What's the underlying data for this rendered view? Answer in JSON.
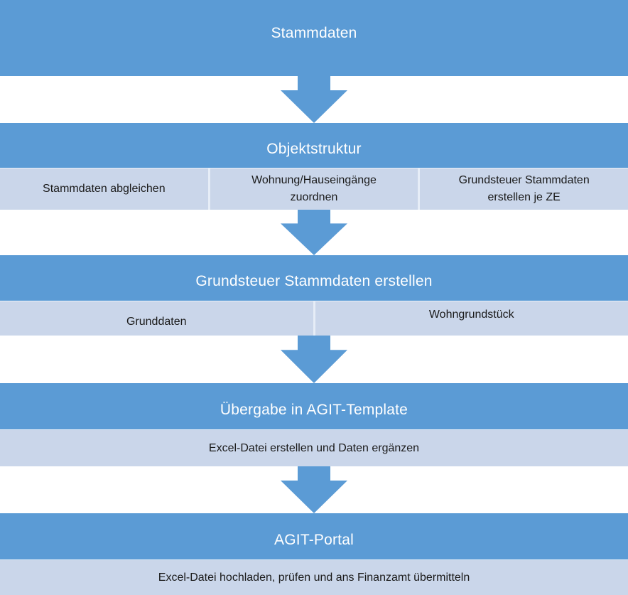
{
  "diagram": {
    "type": "vertical-process-flow",
    "colors": {
      "accent_blue": "#5B9BD5",
      "row_light_blue": "#CAD6EA",
      "divider": "#E6EDF7",
      "header_text": "#FFFFFF",
      "cell_text": "#1A1A1A"
    },
    "arrow_icon": "down-arrow",
    "sections": [
      {
        "title": "Stammdaten",
        "cells": []
      },
      {
        "title": "Objektstruktur",
        "cells": [
          "Stammdaten abgleichen",
          "Wohnung/Hauseingänge zuordnen",
          "Grundsteuer Stammdaten erstellen je ZE"
        ]
      },
      {
        "title": "Grundsteuer Stammdaten erstellen",
        "cells": [
          "Grunddaten",
          "Wohngrundstück"
        ]
      },
      {
        "title": "Übergabe in AGIT-Template",
        "cells": [
          "Excel-Datei erstellen und Daten ergänzen"
        ]
      },
      {
        "title": "AGIT-Portal",
        "cells": [
          "Excel-Datei hochladen, prüfen und ans Finanzamt übermitteln"
        ]
      }
    ]
  }
}
